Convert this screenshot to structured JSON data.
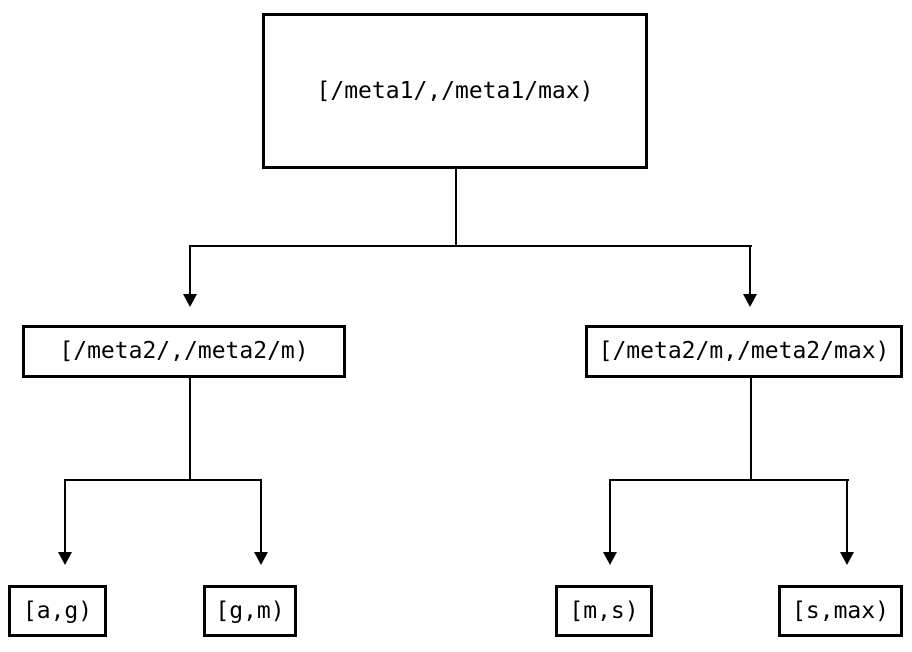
{
  "diagram": {
    "type": "tree",
    "colors": {
      "background": "#ffffff",
      "box_border": "#000000",
      "box_fill": "#ffffff",
      "line": "#000000",
      "text": "#000000"
    },
    "nodes": {
      "root": "[/meta1/,/meta1/max)",
      "left": "[/meta2/,/meta2/m)",
      "right": "[/meta2/m,/meta2/max)",
      "leaf_ag": "[a,g)",
      "leaf_gm": "[g,m)",
      "leaf_ms": "[m,s)",
      "leaf_smax": "[s,max)"
    },
    "edges": [
      [
        "root",
        "left"
      ],
      [
        "root",
        "right"
      ],
      [
        "left",
        "leaf_ag"
      ],
      [
        "left",
        "leaf_gm"
      ],
      [
        "right",
        "leaf_ms"
      ],
      [
        "right",
        "leaf_smax"
      ]
    ]
  }
}
